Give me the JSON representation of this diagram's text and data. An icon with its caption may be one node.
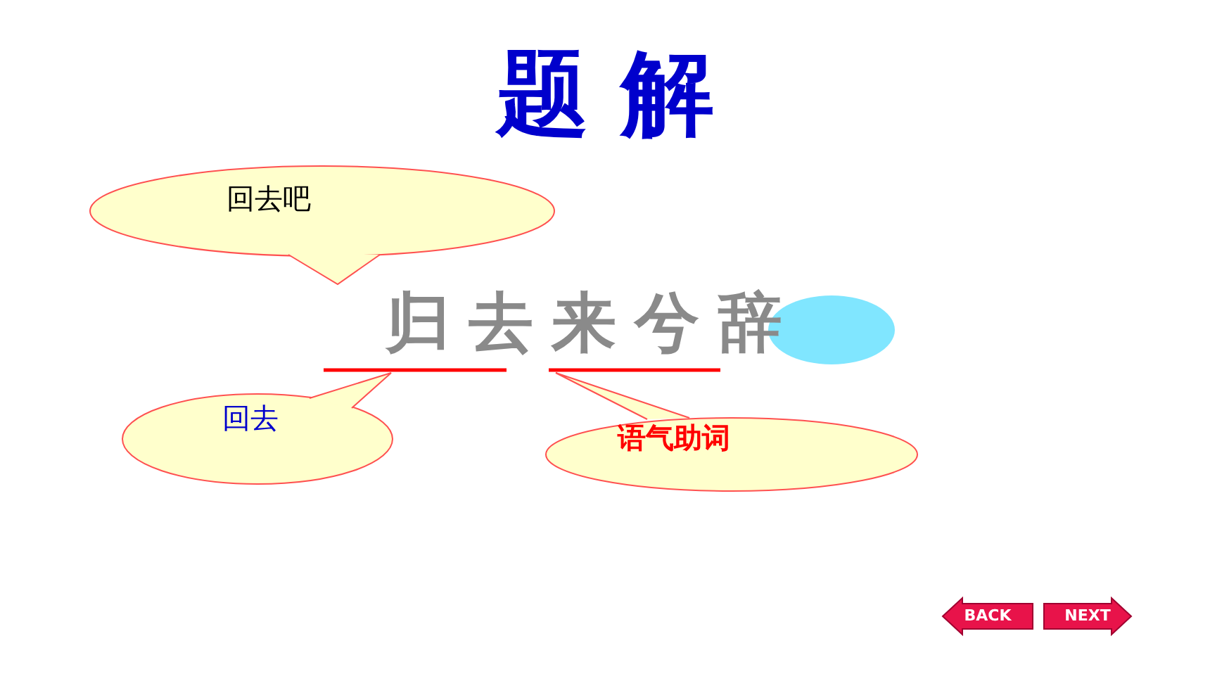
{
  "diagram": {
    "title": "题 解",
    "nodes": [
      {
        "text": [
          "回去吧"
        ]
      },
      {
        "text": [
          "回去"
        ]
      },
      {
        "text": [
          "语气助词"
        ]
      },
      {
        "text": [],
        "shape": "circle"
      },
      {
        "text": [
          "BACK"
        ]
      },
      {
        "text": [
          "NEXT"
        ]
      }
    ],
    "labels": [
      "归去来兮辞"
    ]
  }
}
